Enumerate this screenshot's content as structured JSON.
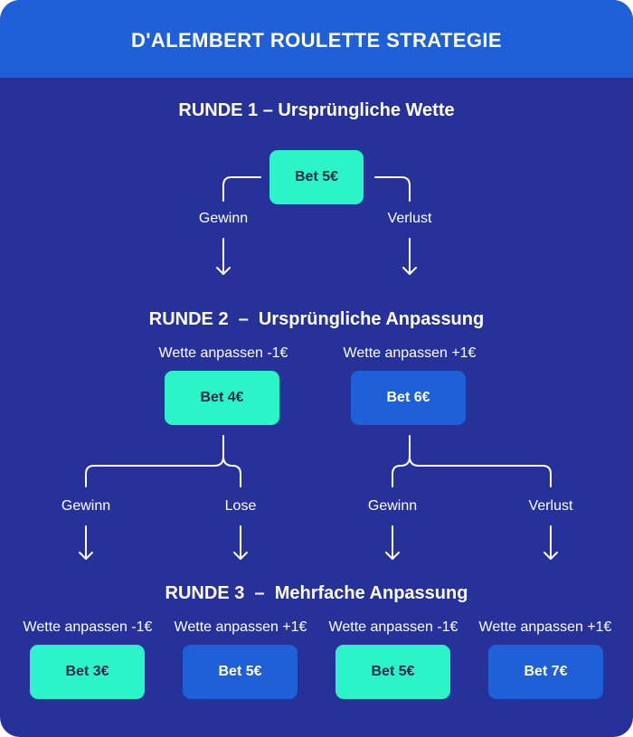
{
  "header": {
    "title": "D'ALEMBERT ROULETTE STRATEGIE"
  },
  "round1": {
    "title": "RUNDE 1 – Ursprüngliche Wette",
    "bet": "Bet 5€",
    "left_outcome": "Gewinn",
    "right_outcome": "Verlust"
  },
  "round2": {
    "title": "RUNDE 2  –  Ursprüngliche Anpassung",
    "left": {
      "adjust": "Wette anpassen -1€",
      "bet": "Bet 4€",
      "color": "#2bf5c8"
    },
    "right": {
      "adjust": "Wette anpassen +1€",
      "bet": "Bet 6€",
      "color": "#1f5fd8"
    },
    "outcomes": [
      "Gewinn",
      "Lose",
      "Gewinn",
      "Verlust"
    ]
  },
  "round3": {
    "title": "RUNDE 3  –  Mehrfache Anpassung",
    "items": [
      {
        "adjust": "Wette anpassen -1€",
        "bet": "Bet 3€",
        "color": "#2bf5c8"
      },
      {
        "adjust": "Wette anpassen +1€",
        "bet": "Bet 5€",
        "color": "#1f5fd8"
      },
      {
        "adjust": "Wette anpassen -1€",
        "bet": "Bet 5€",
        "color": "#2bf5c8"
      },
      {
        "adjust": "Wette anpassen +1€",
        "bet": "Bet 7€",
        "color": "#1f5fd8"
      }
    ]
  },
  "colors": {
    "background": "#26329a",
    "header": "#1f5fd8",
    "green_box": "#2bf5c8",
    "blue_box": "#1f5fd8"
  }
}
